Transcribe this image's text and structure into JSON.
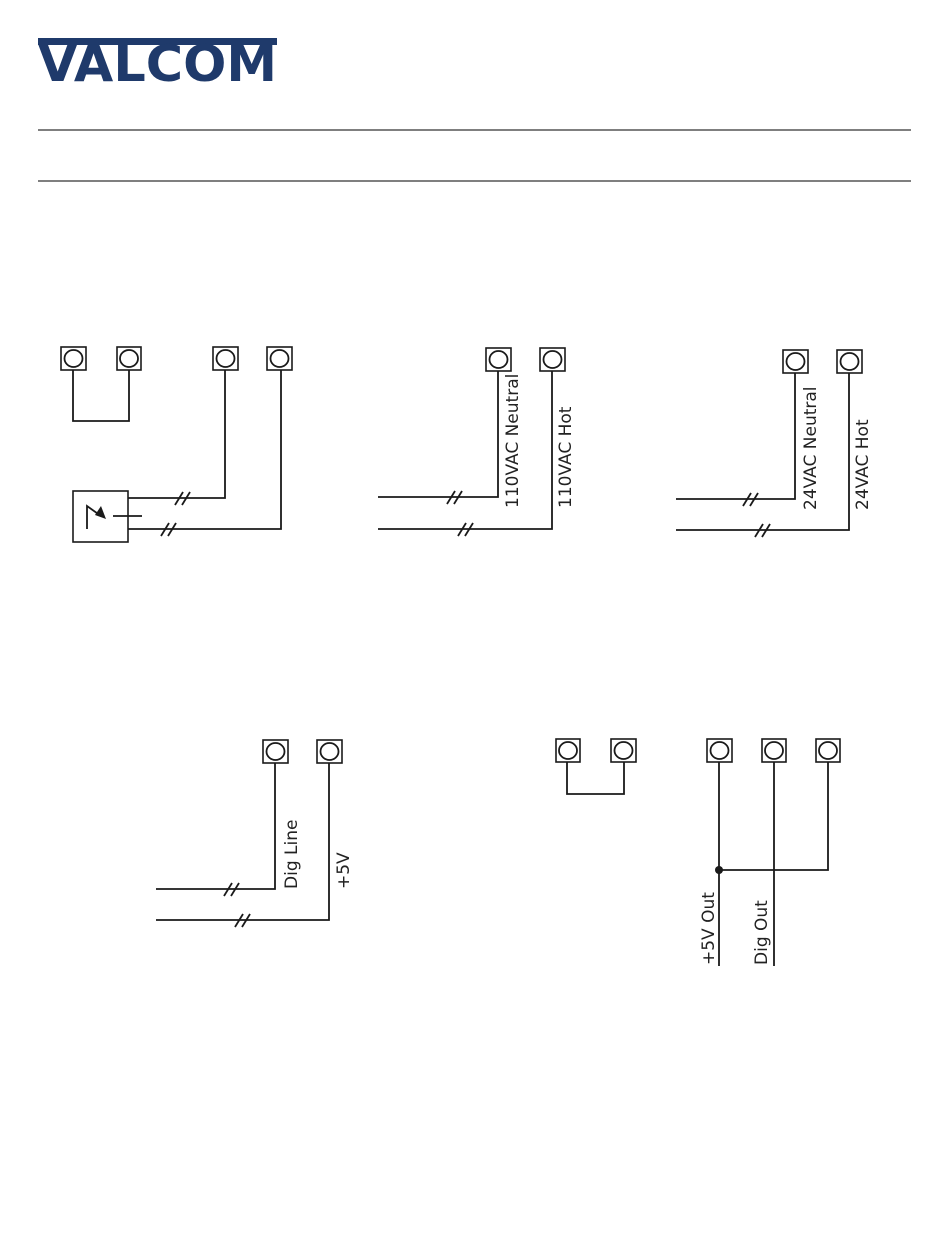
{
  "header": {
    "logo_text": "VALCOM",
    "logo_color": "#1f3a6b"
  },
  "diagrams": {
    "ac110": {
      "neutral_label": "110VAC Neutral",
      "hot_label": "110VAC Hot"
    },
    "ac24": {
      "neutral_label": "24VAC Neutral",
      "hot_label": "24VAC Hot"
    },
    "digital_in": {
      "dig_label": "Dig Line",
      "v_label": "+5V"
    },
    "digital_out": {
      "v_label": "+5V Out",
      "dig_label": "Dig Out"
    }
  }
}
